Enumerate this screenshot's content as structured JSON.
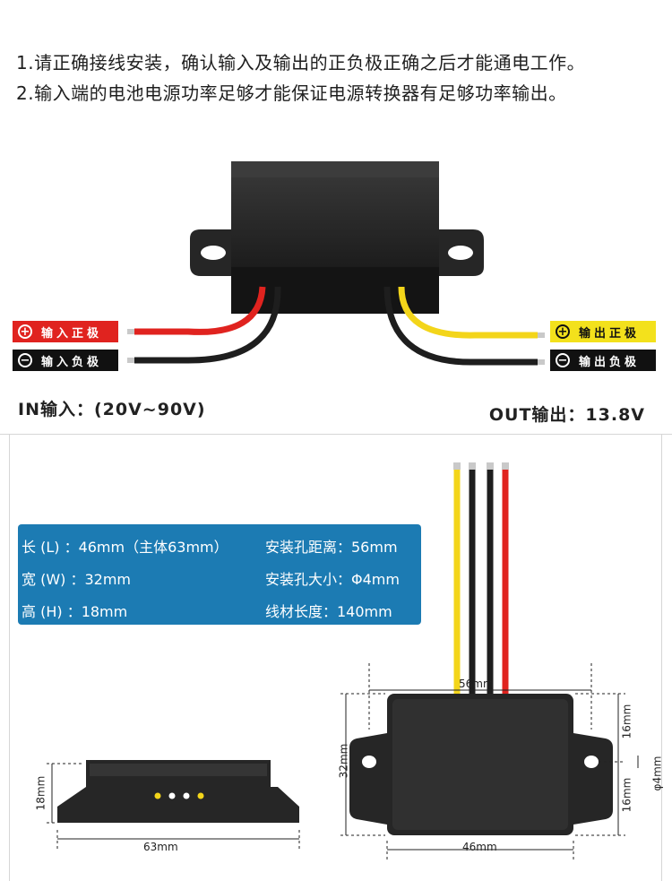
{
  "notes": [
    "1.请正确接线安装，确认输入及输出的正负极正确之后才能通电工作。",
    "2.输入端的电池电源功率足够才能保证电源转换器有足够功率输出。"
  ],
  "labels": {
    "input_positive": {
      "symbol": "+",
      "text": "输入正极"
    },
    "input_negative": {
      "symbol": "−",
      "text": "输入负极"
    },
    "output_positive": {
      "symbol": "+",
      "text": "输出正极"
    },
    "output_negative": {
      "symbol": "−",
      "text": "输出负极"
    }
  },
  "ranges": {
    "input": "IN输入：(20V~90V)",
    "output": "OUT输出：13.8V"
  },
  "specs": {
    "length": "长 (L) ：46mm（主体63mm）",
    "mount_distance": "安装孔距离：56mm",
    "width": "宽 (W) ：32mm",
    "hole_size": "安装孔大小：Φ4mm",
    "height": "高 (H) ：18mm",
    "wire_length": "线材长度：140mm"
  },
  "dimensions": {
    "side_height": "18mm",
    "side_length": "63mm",
    "top_distance": "56mm",
    "top_width": "32mm",
    "top_length": "46mm",
    "upper_half": "16mm",
    "lower_half": "16mm",
    "hole": "φ4mm"
  },
  "colors": {
    "red_wire": "#e0231f",
    "black_wire": "#1e1e1e",
    "yellow_wire": "#f3d51a",
    "spec_panel": "#1c7bb3",
    "device_body": "#2a2a2a"
  }
}
